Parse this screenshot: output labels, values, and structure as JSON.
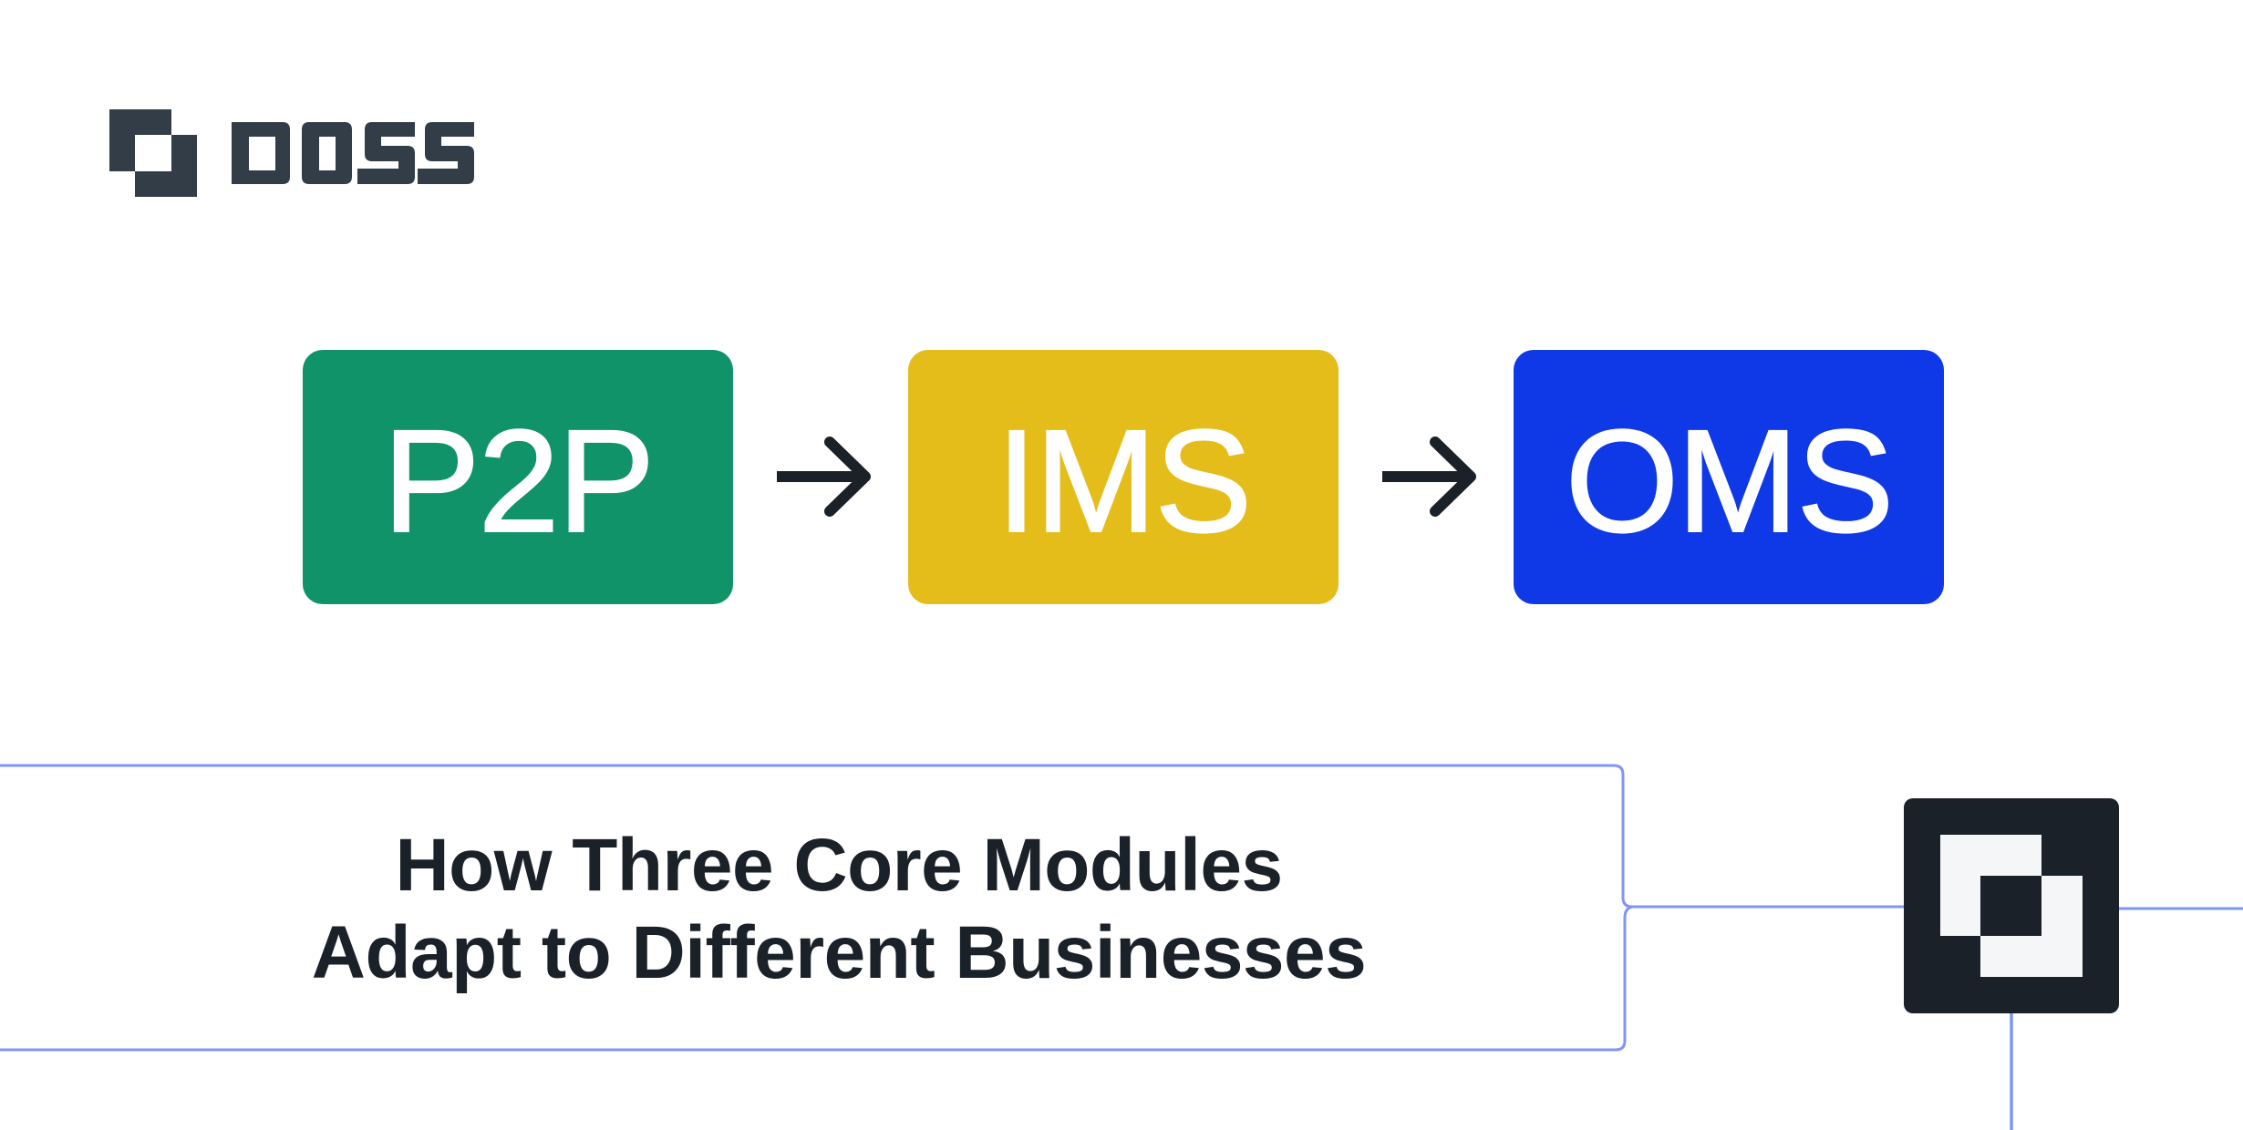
{
  "brand": {
    "name": "DOSS",
    "logo_icon": "doss-overlapping-squares-icon",
    "logo_color": "#333d47"
  },
  "flow": {
    "modules": [
      {
        "label": "P2P",
        "color": "#11936a"
      },
      {
        "label": "IMS",
        "color": "#e5bd1b"
      },
      {
        "label": "OMS",
        "color": "#0f38e6"
      }
    ],
    "connector_icon": "arrow-right-icon",
    "connector_color": "#1b2129"
  },
  "title": {
    "line1": "How Three Core Modules",
    "line2": "Adapt to Different Businesses",
    "color": "#1b2129"
  },
  "badge": {
    "icon": "doss-overlapping-squares-icon",
    "background": "#1b2129",
    "foreground": "#f5f6f8"
  },
  "frame": {
    "line_color": "#7f96f7"
  }
}
